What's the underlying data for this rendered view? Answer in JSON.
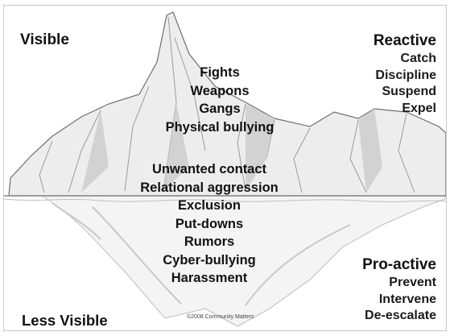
{
  "labels": {
    "visible": "Visible",
    "less_visible": "Less Visible"
  },
  "above_water": [
    "Fights",
    "Weapons",
    "Gangs",
    "Physical bullying"
  ],
  "below_water": [
    "Unwanted contact",
    "Relational aggression",
    "Exclusion",
    "Put-downs",
    "Rumors",
    "Cyber-bullying",
    "Harassment"
  ],
  "reactive": {
    "heading": "Reactive",
    "items": [
      "Catch",
      "Discipline",
      "Suspend",
      "Expel"
    ]
  },
  "proactive": {
    "heading": "Pro-active",
    "items": [
      "Prevent",
      "Intervene",
      "De-escalate"
    ]
  },
  "copyright": "©2008 Community Matters",
  "colors": {
    "ice": "#eeeeee",
    "ice_shadow": "#b3b3b3",
    "outline": "#777777",
    "water_line": "#8a8a8a",
    "text": "#111111"
  }
}
